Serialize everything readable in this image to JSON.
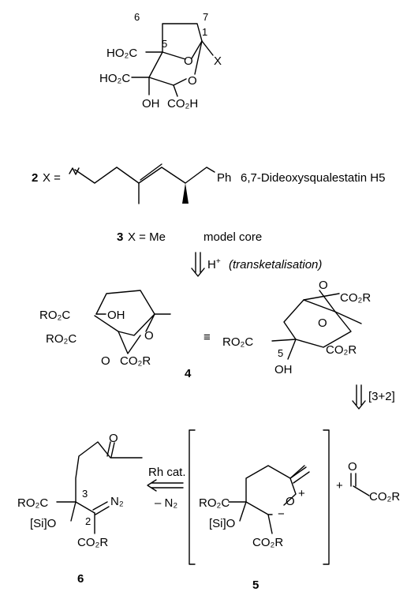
{
  "top": {
    "ho2c_a": "HO₂C",
    "ho2c_b": "HO₂C",
    "oh": "OH",
    "co2h": "CO₂H",
    "x": "X",
    "o1": "O",
    "o2": "O",
    "n6": "6",
    "n7": "7",
    "n5": "5",
    "n1": "1"
  },
  "cmp2": {
    "label": "2",
    "x_eq": "X =",
    "ph": "Ph",
    "name": "6,7-Dideoxysqualestatin H5"
  },
  "cmp3": {
    "label": "3",
    "x_eq": "X = Me",
    "name": "model core"
  },
  "step1": {
    "reagent": "H",
    "sup": "+",
    "cond": "(transketalisation)"
  },
  "cmp4": {
    "label": "4",
    "left_ro2c_a": "RO₂C",
    "left_ro2c_b": "RO₂C",
    "left_oh": "OH",
    "left_o": "O",
    "left_o2": "O",
    "left_co2r": "CO₂R",
    "equiv": "≡",
    "right_ro2c": "RO₂C",
    "right_o": "O",
    "right_o2": "O",
    "right_co2r_a": "CO₂R",
    "right_co2r_b": "CO₂R",
    "right_oh": "OH",
    "right_n5": "5"
  },
  "step2": {
    "cond": "[3+2]"
  },
  "cmp6": {
    "label": "6",
    "ro2c": "RO₂C",
    "sio": "[Si]O",
    "co2r": "CO₂R",
    "n2": "N₂",
    "o": "O",
    "n3": "3",
    "n2num": "2"
  },
  "step3": {
    "reagent": "Rh cat.",
    "loss": "– N₂"
  },
  "cmp5": {
    "label": "5",
    "ro2c": "RO₂C",
    "sio": "[Si]O",
    "co2r": "CO₂R",
    "oplus": "O",
    "plus": "+",
    "minus": "−"
  },
  "glyox": {
    "plus": "+",
    "o": "O",
    "co2r": "CO₂R"
  }
}
